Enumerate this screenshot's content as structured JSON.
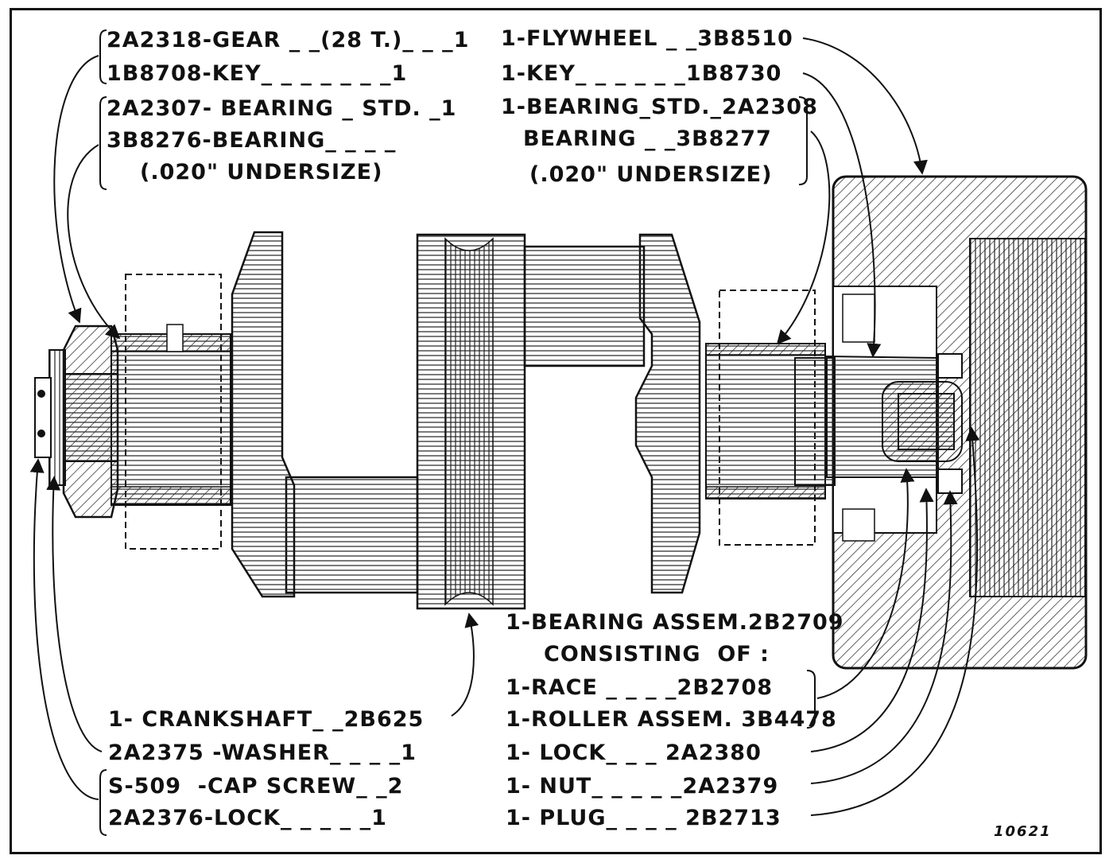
{
  "labels": {
    "gear": "2A2318-GEAR _ _(28 T.)_ _ _1",
    "key_left": "1B8708-KEY_ _ _ _ _ _ _1",
    "bearing_std_left": "2A2307- BEARING _ STD. _1",
    "bearing_left": "3B8276-BEARING_ _ _ _",
    "undersize_left": "(.020\" UNDERSIZE)",
    "flywheel": "1-FLYWHEEL _ _3B8510",
    "key_right": "1-KEY_ _ _ _ _ _1B8730",
    "bearing_std_right": "1-BEARING_STD._2A2308",
    "bearing_right": "BEARING _ _3B8277",
    "undersize_right": "(.020\" UNDERSIZE)",
    "bearing_assem": "1-BEARING ASSEM.2B2709",
    "consisting_of": "CONSISTING  OF :",
    "race": "1-RACE _ _ _ _2B2708",
    "roller_assem": "1-ROLLER ASSEM. 3B4478",
    "lock_right": "1- LOCK_ _ _ 2A2380",
    "nut": "1- NUT_ _ _ _ _2A2379",
    "plug": "1- PLUG_ _ _ _ 2B2713",
    "crankshaft": "1- CRANKSHAFT_ _2B625",
    "washer": "2A2375 -WASHER_ _ _ _1",
    "cap_screw": "S-509  -CAP SCREW_ _2",
    "lock_left": "2A2376-LOCK_ _ _ _ _1"
  },
  "figure_number": "10621"
}
